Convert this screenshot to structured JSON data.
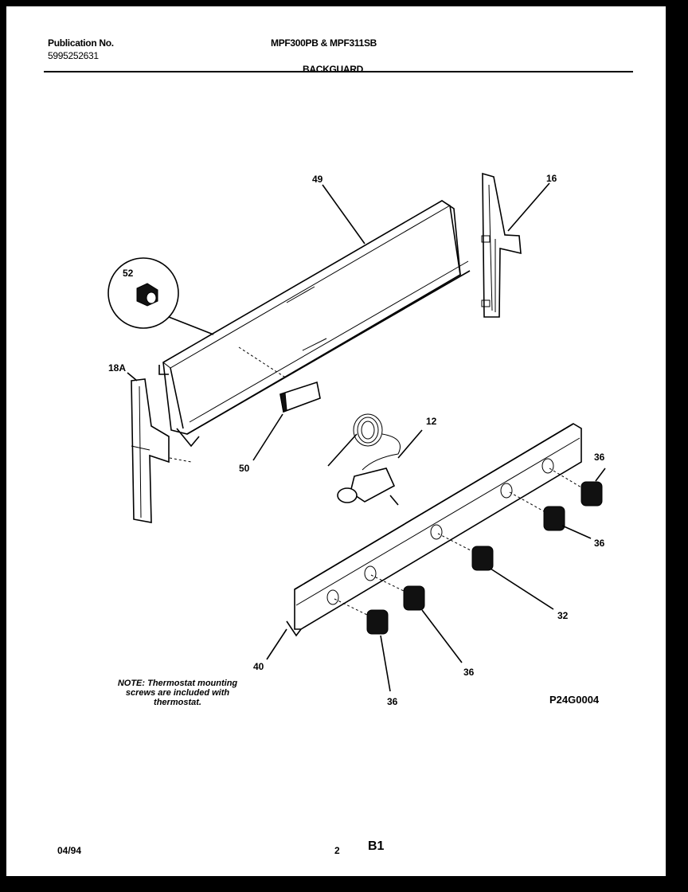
{
  "header": {
    "publication_label": "Publication No.",
    "publication_number": "5995252631",
    "models": "MPF300PB & MPF311SB",
    "section": "BACKGUARD"
  },
  "callouts": {
    "c49": "49",
    "c16": "16",
    "c52": "52",
    "c18a": "18A",
    "c50": "50",
    "c12": "12",
    "c36a": "36",
    "c36b": "36",
    "c32": "32",
    "c40": "40",
    "c36c": "36",
    "c36d": "36"
  },
  "note": "NOTE: Thermostat mounting screws are included with thermostat.",
  "diagram_code": "P24G0004",
  "footer": {
    "date": "04/94",
    "page": "2",
    "code": "B1"
  }
}
